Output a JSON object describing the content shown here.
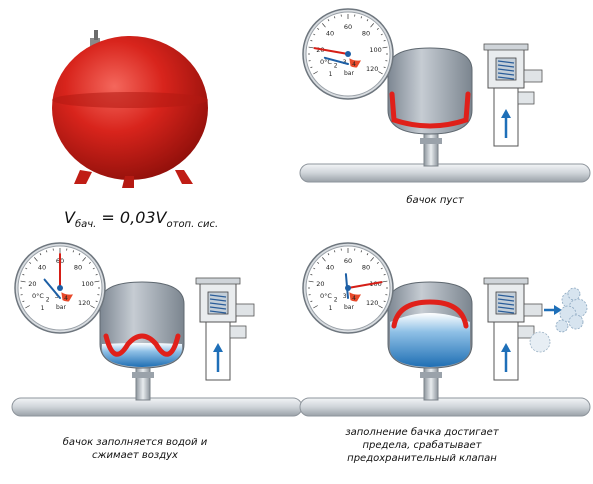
{
  "formula": {
    "v1": "V",
    "sub1": "бач.",
    "eq": " = 0,03V",
    "sub2": "отоп. сис."
  },
  "captions": {
    "empty": "бачок пуст",
    "filling_line1": "бачок заполняется водой и",
    "filling_line2": "сжимает воздух",
    "full_line1": "заполнение бачка достигает",
    "full_line2": "предела, срабатывает",
    "full_line3": "предохранительный клапан"
  },
  "gauge": {
    "temp_ticks": [
      "20",
      "40",
      "60",
      "80",
      "100",
      "120"
    ],
    "temp_unit": "0°C",
    "pressure_ticks": [
      "1",
      "2",
      "3",
      "4"
    ],
    "pressure_unit": "bar",
    "panels": [
      {
        "id": "empty",
        "temp_value_c": 20,
        "pressure_value_bar": 1
      },
      {
        "id": "filling",
        "temp_value_c": 60,
        "pressure_value_bar": 2
      },
      {
        "id": "full",
        "temp_value_c": 100,
        "pressure_value_bar": 3
      }
    ]
  },
  "colors": {
    "tank_red": "#d8241c",
    "membrane_red": "#e0201a",
    "tank_grey": "#a9b1bb",
    "water_blue": "#2d7fc4",
    "pipe_grey": "#c9ced3",
    "arrow_blue": "#1e6fb8",
    "steam": "#d7e4ef"
  }
}
